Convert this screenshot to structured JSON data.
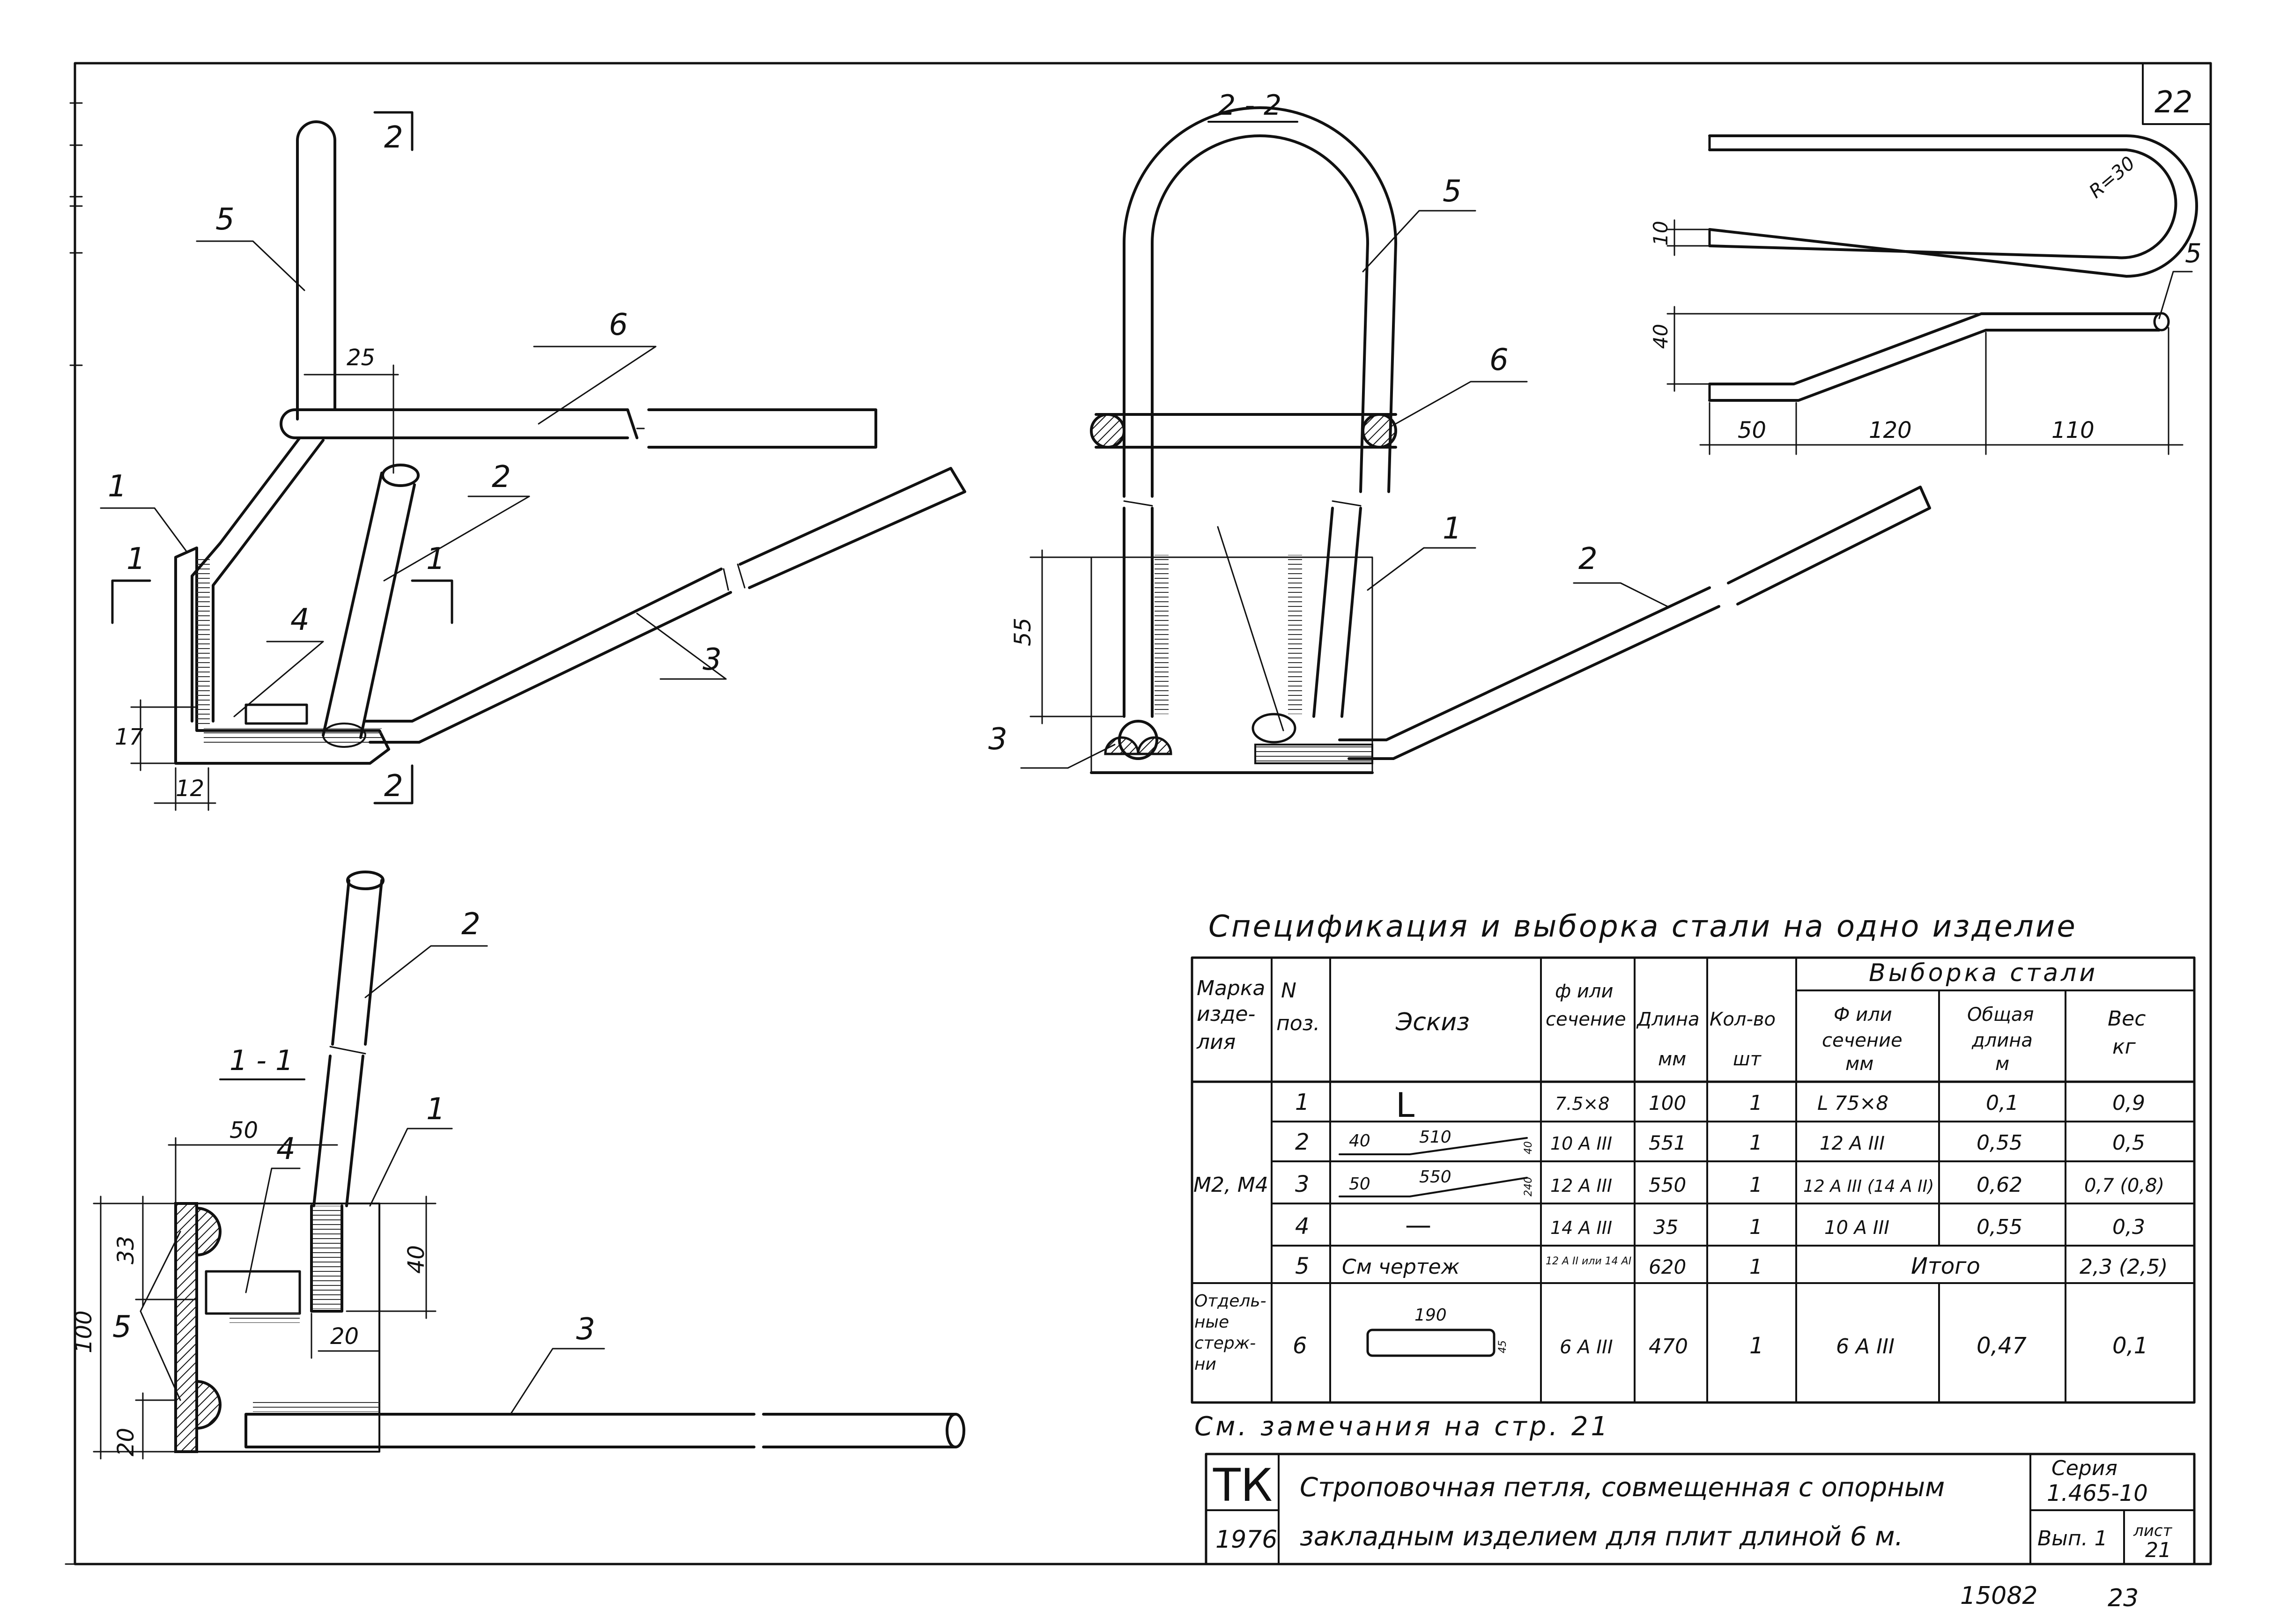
{
  "sheet": {
    "number_top": "22",
    "stamp_bottom": "15082",
    "page_bottom": "23"
  },
  "views": {
    "main_view": {
      "cut_label": "2",
      "cut_label_bottom": "2",
      "section_mark_left": "1",
      "section_mark_right": "1",
      "dims": {
        "d25": "25",
        "d17": "17",
        "d12": "12"
      },
      "callouts": {
        "c5": "5",
        "c6": "6",
        "c1": "1",
        "c2": "2",
        "c3": "3",
        "c4": "4"
      }
    },
    "section_2_2": {
      "title": "2 - 2",
      "dims": {
        "d55": "55"
      },
      "callouts": {
        "c5": "5",
        "c6": "6",
        "c1": "1",
        "c2": "2",
        "c3": "3"
      }
    },
    "loop_detail": {
      "radius": "R=30",
      "dims": {
        "d10": "10",
        "d40": "40",
        "d50": "50",
        "d120": "120",
        "d110": "110"
      },
      "callout": "5"
    },
    "section_1_1": {
      "title": "1 - 1",
      "dims": {
        "d50": "50",
        "d33": "33",
        "d40": "40",
        "d100": "100",
        "d20a": "20",
        "d20b": "20"
      },
      "callouts": {
        "c2": "2",
        "c4": "4",
        "c1": "1",
        "c5": "5",
        "c3": "3"
      }
    }
  },
  "spec": {
    "title": "Спецификация и выборка стали на одно изделие",
    "headers": {
      "mark": "Марка изде- лия",
      "pos": "N поз.",
      "sketch": "Эскиз",
      "section": "ф или сечение",
      "length": "Длина мм",
      "qty": "Кол-во шт",
      "selection": "Выборка стали",
      "sel_section": "ф или сечение мм",
      "sel_length": "Общая длина м",
      "sel_weight": "Вес кг"
    },
    "group_mark": "М2, М4",
    "rows": [
      {
        "pos": "1",
        "sketch": "L",
        "section": "7.5×8",
        "length": "100",
        "qty": "1",
        "sel_section": "L 75×8",
        "sel_length": "0,1",
        "sel_weight": "0,9"
      },
      {
        "pos": "2",
        "sketch_a": "40",
        "sketch_b": "510",
        "sketch_c": "40",
        "section": "10 А III",
        "length": "551",
        "qty": "1",
        "sel_section": "12 А III",
        "sel_length": "0,55",
        "sel_weight": "0,5"
      },
      {
        "pos": "3",
        "sketch_a": "50",
        "sketch_b": "550",
        "sketch_c": "240",
        "section": "12 А III",
        "length": "550",
        "qty": "1",
        "sel_section": "12 А III (14 А II)",
        "sel_length": "0,62",
        "sel_weight": "0,7 (0,8)"
      },
      {
        "pos": "4",
        "sketch": "—",
        "section": "14 А III",
        "length": "35",
        "qty": "1",
        "sel_section": "10 А III",
        "sel_length": "0,55",
        "sel_weight": "0,3"
      },
      {
        "pos": "5",
        "sketch": "См чертеж",
        "section": "12 А II или 14 АI",
        "length": "620",
        "qty": "1",
        "sel_total_label": "Итого",
        "sel_weight": "2,3 (2,5)"
      }
    ],
    "separate_mark": "Отдель- ные стерж- ни",
    "separate_row": {
      "pos": "6",
      "sketch_top": "190",
      "sketch_side": "45",
      "section": "6 А III",
      "length": "470",
      "qty": "1",
      "sel_section": "6 А III",
      "sel_length": "0,47",
      "sel_weight": "0,1"
    },
    "note": "См. замечания на стр. 21"
  },
  "title_block": {
    "logo": "ТК",
    "year": "1976",
    "line1": "Строповочная петля, совмещенная с опорным",
    "line2": "закладным изделием для плит длиной 6 м.",
    "series_label": "Серия",
    "series": "1.465-10",
    "issue": "Вып. 1",
    "sheet_label": "лист",
    "sheet": "21"
  }
}
